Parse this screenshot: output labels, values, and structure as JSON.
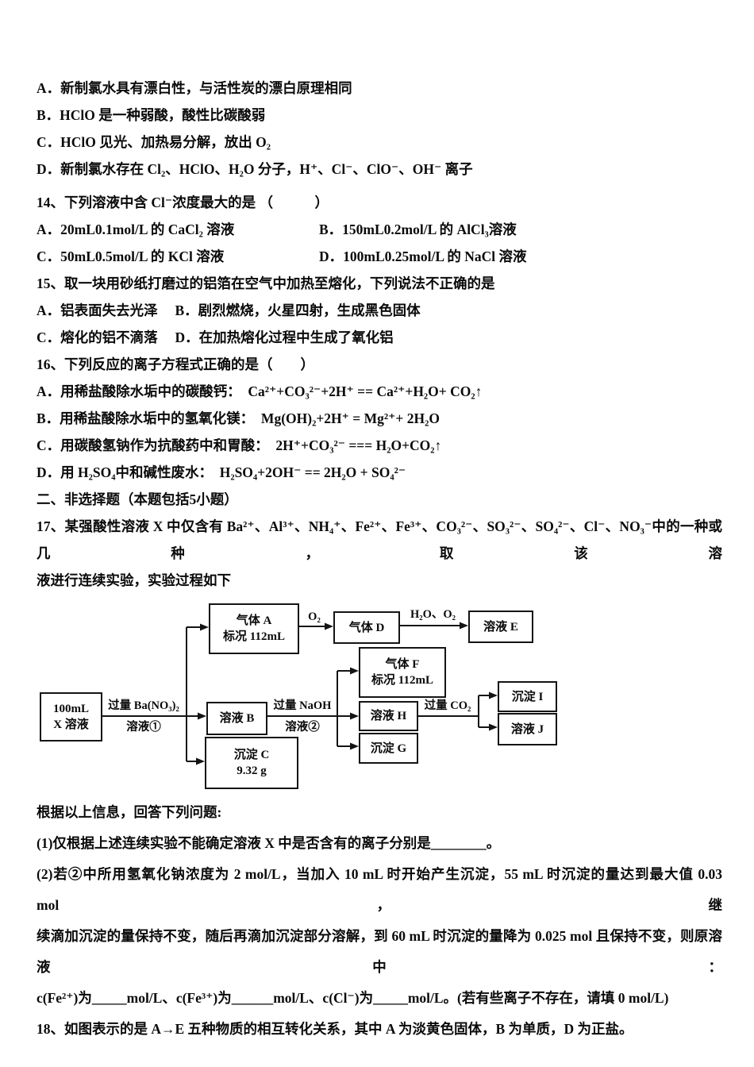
{
  "q13": {
    "options": [
      "A．新制氯水具有漂白性，与活性炭的漂白原理相同",
      "B．HClO 是一种弱酸，酸性比碳酸弱",
      "C．HClO 见光、加热易分解，放出 O₂",
      "D．新制氯水存在 Cl₂、HClO、H₂O 分子，H⁺、Cl⁻、ClO⁻、OH⁻ 离子"
    ]
  },
  "q14": {
    "stem": "14、下列溶液中含 Cl⁻浓度最大的是 （　　　）",
    "row1": [
      "A．20mL0.1mol/L 的 CaCl₂ 溶液",
      "B．150mL0.2mol/L 的 AlCl₃溶液"
    ],
    "row2": [
      "C．50mL0.5mol/L 的 KCl 溶液",
      "D．100mL0.25mol/L 的 NaCl 溶液"
    ]
  },
  "q15": {
    "stem": "15、取一块用砂纸打磨过的铝箔在空气中加热至熔化，下列说法不正确的是",
    "row1": "A．铝表面失去光泽　 B．剧烈燃烧，火星四射，生成黑色固体",
    "row2": "C．熔化的铝不滴落　 D．在加热熔化过程中生成了氧化铝"
  },
  "q16": {
    "stem": "16、下列反应的离子方程式正确的是（　　）",
    "options": [
      "A．用稀盐酸除水垢中的碳酸钙：  Ca²⁺+CO₃²⁻+2H⁺ == Ca²⁺+H₂O+ CO₂↑",
      "B．用稀盐酸除水垢中的氢氧化镁：  Mg(OH)₂+2H⁺ = Mg²⁺+ 2H₂O",
      "C．用碳酸氢钠作为抗酸药中和胃酸：  2H⁺+CO₃²⁻ === H₂O+CO₂↑",
      "D．用 H₂SO₄中和碱性废水：  H₂SO₄+2OH⁻ == 2H₂O + SO₄²⁻"
    ]
  },
  "section2": "二、非选择题（本题包括5小题）",
  "q17": {
    "intro1": "17、某强酸性溶液 X 中仅含有 Ba²⁺、Al³⁺、NH₄⁺、Fe²⁺、Fe³⁺、CO₃²⁻、SO₃²⁻、SO₄²⁻、Cl⁻、NO₃⁻中的一种或几种，取该溶",
    "intro2": "液进行连续实验，实验过程如下",
    "flowchart": {
      "source_line1": "100mL",
      "source_line2": "X 溶液",
      "step1_label_top": "过量 Ba(NO₃)₂",
      "step1_label_bottom": "溶液①",
      "gas_a_line1": "气体 A",
      "gas_a_line2": "标况 112mL",
      "o2_label": "O₂",
      "gas_d": "气体 D",
      "h2o_o2_label": "H₂O、O₂",
      "solution_e": "溶液 E",
      "solution_b": "溶液 B",
      "step2_label_top": "过量 NaOH",
      "step2_label_bottom": "溶液②",
      "gas_f_line1": "气体 F",
      "gas_f_line2": "标况 112mL",
      "solution_h": "溶液 H",
      "ppt_g": "沉淀 G",
      "ppt_c_line1": "沉淀 C",
      "ppt_c_line2": "9.32 g",
      "step3_label": "过量 CO₂",
      "ppt_i": "沉淀 I",
      "solution_j": "溶液 J"
    },
    "after": "根据以上信息，回答下列问题:",
    "part1": "(1)仅根据上述连续实验不能确定溶液 X 中是否含有的离子分别是________。",
    "part2a": "(2)若②中所用氢氧化钠浓度为 2 mol/L，当加入 10 mL 时开始产生沉淀，55 mL 时沉淀的量达到最大值 0.03 mol，继",
    "part2b": "续滴加沉淀的量保持不变，随后再滴加沉淀部分溶解，到 60 mL 时沉淀的量降为 0.025 mol 且保持不变，则原溶液中：",
    "part2c": "c(Fe²⁺)为_____mol/L、c(Fe³⁺)为______mol/L、c(Cl⁻)为_____mol/L。(若有些离子不存在，请填 0 mol/L)"
  },
  "q18": {
    "stem": "18、如图表示的是 A→E 五种物质的相互转化关系，其中 A 为淡黄色固体，B 为单质，D 为正盐。"
  }
}
